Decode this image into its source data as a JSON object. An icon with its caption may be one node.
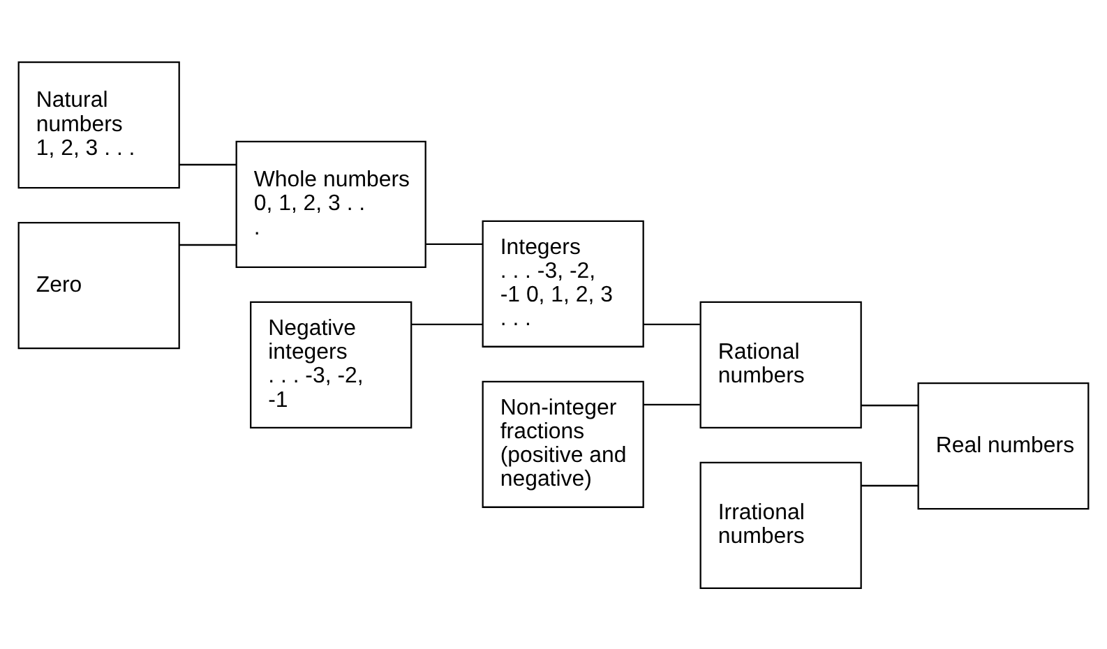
{
  "diagram": {
    "nodes": [
      {
        "text": [
          "Natural numbers",
          "1, 2, 3 . . ."
        ]
      },
      {
        "text": [
          "Zero"
        ]
      },
      {
        "text": [
          "Whole numbers",
          "0, 1, 2, 3 . . ."
        ]
      },
      {
        "text": [
          "Negative integers",
          ". . . -3, -2, -1"
        ]
      },
      {
        "text": [
          "Integers",
          ". . . -3, -2, -1 0, 1, 2, 3 . . ."
        ]
      },
      {
        "text": [
          "Non-integer fractions (positive and negative)"
        ]
      },
      {
        "text": [
          "Rational numbers"
        ]
      },
      {
        "text": [
          "Irrational numbers"
        ]
      },
      {
        "text": [
          "Real numbers"
        ]
      }
    ],
    "edges": [
      {
        "from": 0,
        "to": 2,
        "arrow": "none"
      },
      {
        "from": 1,
        "to": 2,
        "arrow": "none"
      },
      {
        "from": 2,
        "to": 4,
        "arrow": "none"
      },
      {
        "from": 3,
        "to": 4,
        "arrow": "none"
      },
      {
        "from": 4,
        "to": 6,
        "arrow": "none"
      },
      {
        "from": 5,
        "to": 6,
        "arrow": "none"
      },
      {
        "from": 6,
        "to": 8,
        "arrow": "none"
      },
      {
        "from": 7,
        "to": 8,
        "arrow": "none"
      }
    ]
  }
}
